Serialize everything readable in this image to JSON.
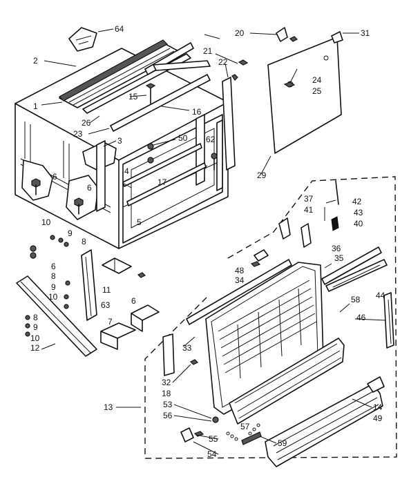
{
  "labels": [
    {
      "id": "p64",
      "text": "64"
    },
    {
      "id": "p2",
      "text": "2"
    },
    {
      "id": "p20",
      "text": "20"
    },
    {
      "id": "p31",
      "text": "31"
    },
    {
      "id": "p21",
      "text": "21"
    },
    {
      "id": "p22",
      "text": "22"
    },
    {
      "id": "p24",
      "text": "24"
    },
    {
      "id": "p25",
      "text": "25"
    },
    {
      "id": "p1",
      "text": "1"
    },
    {
      "id": "p15",
      "text": "15"
    },
    {
      "id": "p16",
      "text": "16"
    },
    {
      "id": "p26",
      "text": "26"
    },
    {
      "id": "p23",
      "text": "23"
    },
    {
      "id": "p3",
      "text": "3"
    },
    {
      "id": "p50",
      "text": "50"
    },
    {
      "id": "p62",
      "text": "62"
    },
    {
      "id": "p29",
      "text": "29"
    },
    {
      "id": "p6a",
      "text": "6"
    },
    {
      "id": "p6b",
      "text": "6"
    },
    {
      "id": "p4",
      "text": "4"
    },
    {
      "id": "p17",
      "text": "17"
    },
    {
      "id": "p5",
      "text": "5"
    },
    {
      "id": "p37",
      "text": "37"
    },
    {
      "id": "p42",
      "text": "42"
    },
    {
      "id": "p41",
      "text": "41"
    },
    {
      "id": "p43",
      "text": "43"
    },
    {
      "id": "p40",
      "text": "40"
    },
    {
      "id": "p10a",
      "text": "10"
    },
    {
      "id": "p9a",
      "text": "9"
    },
    {
      "id": "p8a",
      "text": "8"
    },
    {
      "id": "p36",
      "text": "36"
    },
    {
      "id": "p35",
      "text": "35"
    },
    {
      "id": "p48",
      "text": "48"
    },
    {
      "id": "p34",
      "text": "34"
    },
    {
      "id": "p6c",
      "text": "6"
    },
    {
      "id": "p8b",
      "text": "8"
    },
    {
      "id": "p9b",
      "text": "9"
    },
    {
      "id": "p10b",
      "text": "10"
    },
    {
      "id": "p11",
      "text": "11"
    },
    {
      "id": "p6d",
      "text": "6"
    },
    {
      "id": "p44",
      "text": "44"
    },
    {
      "id": "p63",
      "text": "63"
    },
    {
      "id": "p7",
      "text": "7"
    },
    {
      "id": "p58",
      "text": "58"
    },
    {
      "id": "p46",
      "text": "46"
    },
    {
      "id": "p8c",
      "text": "8"
    },
    {
      "id": "p9c",
      "text": "9"
    },
    {
      "id": "p10c",
      "text": "10"
    },
    {
      "id": "p12",
      "text": "12"
    },
    {
      "id": "p33",
      "text": "33"
    },
    {
      "id": "p32",
      "text": "32"
    },
    {
      "id": "p18",
      "text": "18"
    },
    {
      "id": "p13",
      "text": "13"
    },
    {
      "id": "p53",
      "text": "53"
    },
    {
      "id": "p56",
      "text": "56"
    },
    {
      "id": "p14",
      "text": "14"
    },
    {
      "id": "p49",
      "text": "49"
    },
    {
      "id": "p57",
      "text": "57"
    },
    {
      "id": "p55",
      "text": "55"
    },
    {
      "id": "p59",
      "text": "59"
    },
    {
      "id": "p54",
      "text": "54"
    }
  ]
}
